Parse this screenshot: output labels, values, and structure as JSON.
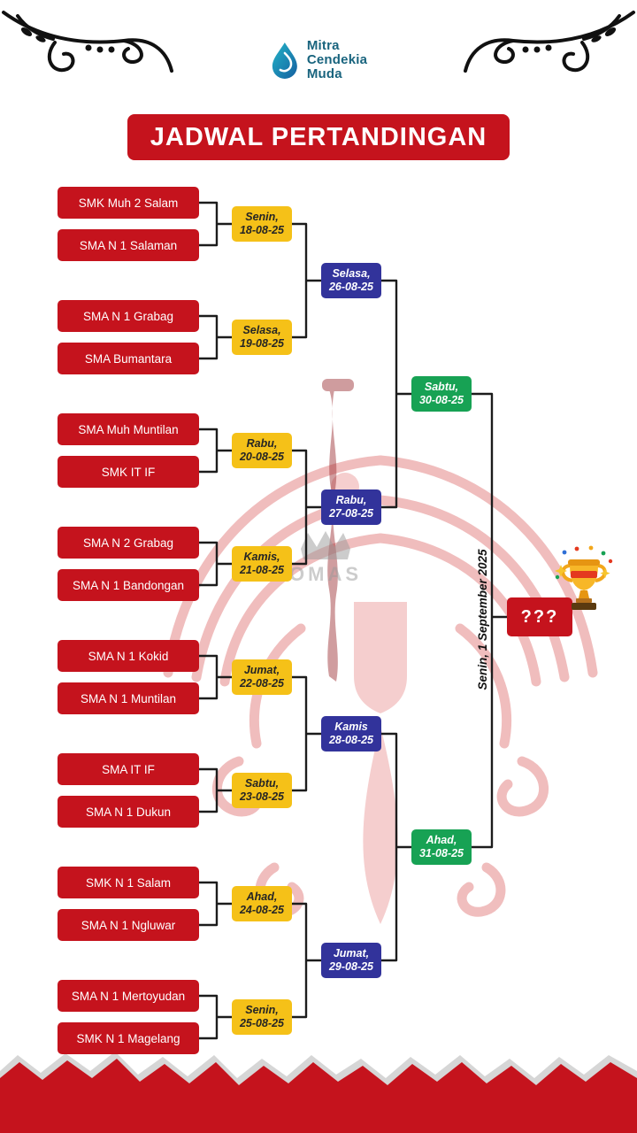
{
  "logo": {
    "line1": "Mitra",
    "line2": "Cendekia",
    "line3": "Muda"
  },
  "title": "JADWAL PERTANDINGAN",
  "bracket": {
    "round1": [
      {
        "team1": "SMK Muh 2 Salam",
        "team2": "SMA N 1 Salaman",
        "day": "Senin,",
        "date": "18-08-25"
      },
      {
        "team1": "SMA N 1 Grabag",
        "team2": "SMA Bumantara",
        "day": "Selasa,",
        "date": "19-08-25"
      },
      {
        "team1": "SMA Muh Muntilan",
        "team2": "SMK IT IF",
        "day": "Rabu,",
        "date": "20-08-25"
      },
      {
        "team1": "SMA N 2 Grabag",
        "team2": "SMA N 1 Bandongan",
        "day": "Kamis,",
        "date": "21-08-25"
      },
      {
        "team1": "SMA N 1 Kokid",
        "team2": "SMA N 1 Muntilan",
        "day": "Jumat,",
        "date": "22-08-25"
      },
      {
        "team1": "SMA IT IF",
        "team2": "SMA N 1 Dukun",
        "day": "Sabtu,",
        "date": "23-08-25"
      },
      {
        "team1": "SMK N 1 Salam",
        "team2": "SMA N 1 Ngluwar",
        "day": "Ahad,",
        "date": "24-08-25"
      },
      {
        "team1": "SMA N 1 Mertoyudan",
        "team2": "SMK N 1 Magelang",
        "day": "Senin,",
        "date": "25-08-25"
      }
    ],
    "quarterfinals": [
      {
        "day": "Selasa,",
        "date": "26-08-25"
      },
      {
        "day": "Rabu,",
        "date": "27-08-25"
      },
      {
        "day": "Kamis",
        "date": "28-08-25"
      },
      {
        "day": "Jumat,",
        "date": "29-08-25"
      }
    ],
    "semifinals": [
      {
        "day": "Sabtu,",
        "date": "30-08-25"
      },
      {
        "day": "Ahad,",
        "date": "31-08-25"
      }
    ],
    "final": {
      "placeholder": "???",
      "date_label": "Senin, 1 September 2025"
    }
  },
  "watermark_text": "OMAS",
  "colors": {
    "red": "#C5131D",
    "yellow": "#F5C118",
    "blue": "#32339B",
    "green": "#17A254"
  }
}
